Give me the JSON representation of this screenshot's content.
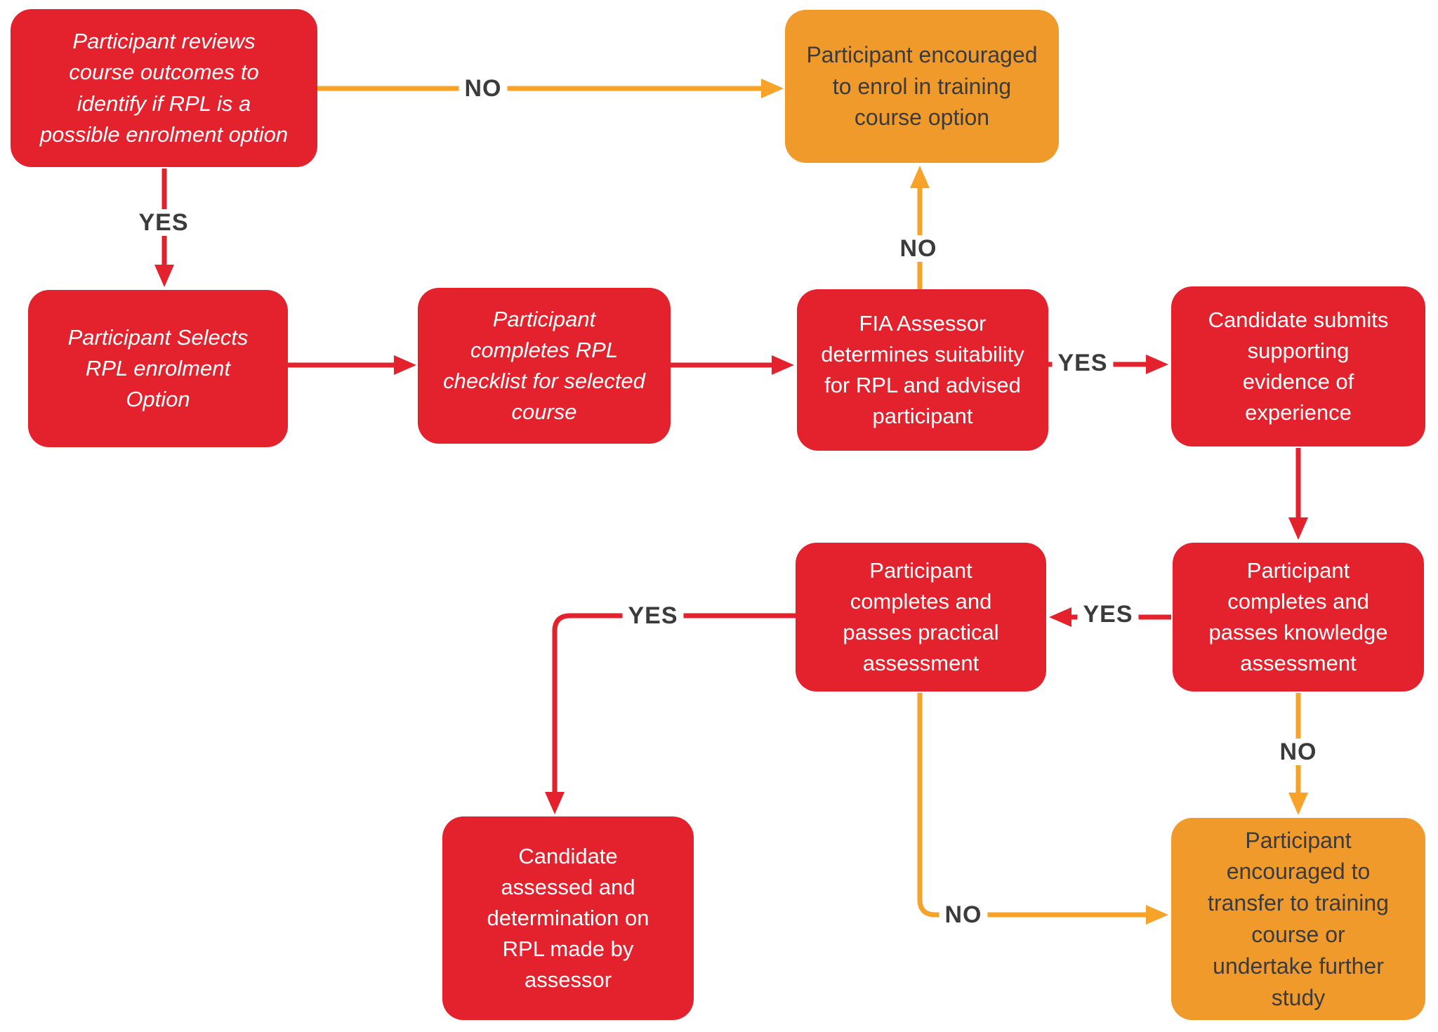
{
  "colors": {
    "node_red": "#E3222D",
    "node_orange": "#F09A2B",
    "edge_red": "#E3222D",
    "edge_orange": "#F7A329",
    "label_text": "#3B3B3B",
    "node_text_on_red": "#FFFFFF",
    "node_text_on_orange": "#3B3B3D",
    "background": "#FFFFFF"
  },
  "nodes": {
    "review_outcomes": {
      "text": "Participant reviews\ncourse outcomes to\nidentify if RPL is a\npossible enrolment option"
    },
    "enrol_training": {
      "text": "Participant encouraged\nto enrol in training\ncourse option"
    },
    "select_rpl": {
      "text": "Participant Selects\nRPL enrolment\nOption"
    },
    "rpl_checklist": {
      "text": "Participant\ncompletes RPL\nchecklist for selected\ncourse"
    },
    "assessor_suitability": {
      "text": "FIA Assessor\ndetermines suitability\nfor RPL and advised\nparticipant"
    },
    "submit_evidence": {
      "text": "Candidate submits\nsupporting\nevidence of\nexperience"
    },
    "knowledge_assessment": {
      "text": "Participant\ncompletes and\npasses knowledge\nassessment"
    },
    "practical_assessment": {
      "text": "Participant\ncompletes and\npasses practical\nassessment"
    },
    "rpl_determination": {
      "text": "Candidate\nassessed and\ndetermination on\nRPL made by\nassessor"
    },
    "transfer_training": {
      "text": "Participant\nencouraged to\ntransfer to training\ncourse or\nundertake further\nstudy"
    }
  },
  "edge_labels": {
    "review_no": "NO",
    "review_yes": "YES",
    "suitability_no": "NO",
    "suitability_yes": "YES",
    "knowledge_yes": "YES",
    "knowledge_no": "NO",
    "practical_yes": "YES",
    "practical_no": "NO"
  }
}
